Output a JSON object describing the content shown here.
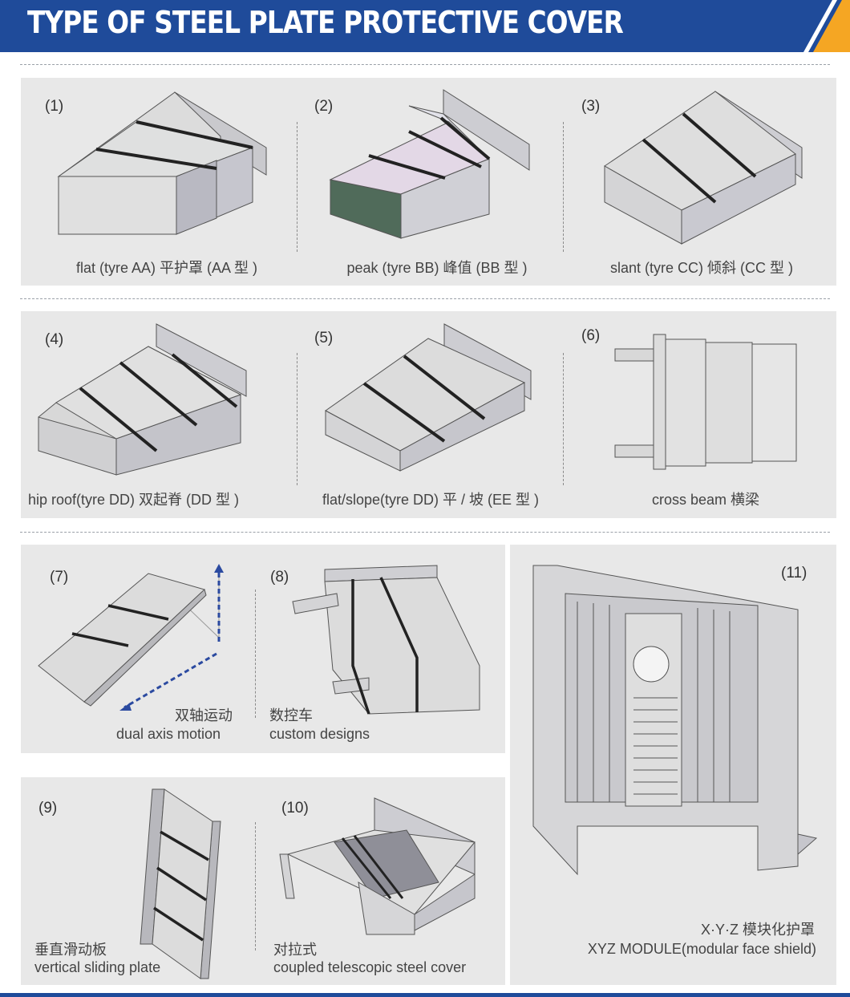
{
  "header": {
    "title": "TYPE OF STEEL PLATE PROTECTIVE COVER"
  },
  "colors": {
    "brand_blue": "#1f4b9a",
    "accent_orange": "#f5a623",
    "panel_gray": "#e8e8e8"
  },
  "items": [
    {
      "num": "(1)",
      "caption": "flat (tyre AA)  平护罩 (AA 型 )"
    },
    {
      "num": "(2)",
      "caption": "peak (tyre BB)  峰值 (BB 型 )"
    },
    {
      "num": "(3)",
      "caption": "slant (tyre CC)  倾斜 (CC 型 )"
    },
    {
      "num": "(4)",
      "caption": "hip roof(tyre DD) 双起脊 (DD 型 )"
    },
    {
      "num": "(5)",
      "caption": "flat/slope(tyre DD) 平 / 坡 (EE 型 )"
    },
    {
      "num": "(6)",
      "caption": "cross beam   横梁"
    },
    {
      "num": "(7)",
      "caption_cn": "双轴运动",
      "caption_en": "dual axis motion"
    },
    {
      "num": "(8)",
      "caption_cn": "数控车",
      "caption_en": "custom designs"
    },
    {
      "num": "(9)",
      "caption_cn": "垂直滑动板",
      "caption_en": "vertical sliding plate"
    },
    {
      "num": "(10)",
      "caption_cn": "对拉式",
      "caption_en": "coupled telescopic steel cover"
    },
    {
      "num": "(11)",
      "caption_cn": "X·Y·Z 模块化护罩",
      "caption_en": "XYZ MODULE(modular face shield)"
    }
  ]
}
